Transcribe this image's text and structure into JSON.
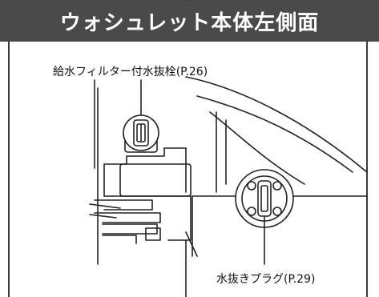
{
  "header": {
    "title": "ウォシュレット本体左側面"
  },
  "callouts": {
    "filter_plug": "給水フィルター付水抜栓(P.26)",
    "drain_plug": "水抜きプラグ(P.29)"
  },
  "colors": {
    "header_bg": "#4a4a4a",
    "header_text": "#ffffff",
    "line": "#222222"
  }
}
